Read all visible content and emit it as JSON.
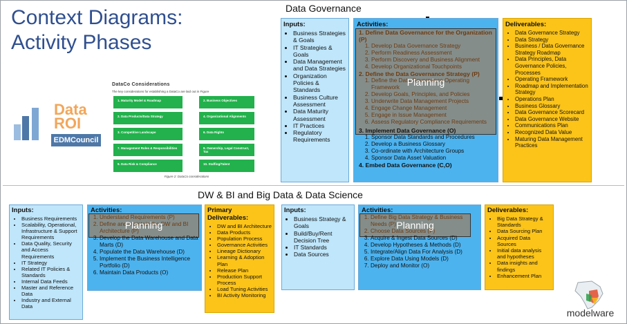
{
  "title_line1": "Context Diagrams:",
  "title_line2": "Activity Phases",
  "logos": {
    "dataroi_line1": "Data",
    "dataroi_line2": "ROI",
    "edm": "EDMCouncil",
    "modelware": "modelware"
  },
  "dataco": {
    "heading": "DataCo Considerations",
    "subtitle": "The key considerations for establishing a DataCo are laid out in Figure",
    "left_cells": [
      "1. Maturity Model & Roadmap",
      "2. Data Products/Data Strategy",
      "3. Competitive Landscape",
      "7. Management Roles & Responsibilities",
      "9. Data Risk & Compliance"
    ],
    "right_cells": [
      "2. Business Objectives",
      "4. Organizational Alignments",
      "6. Data Rights",
      "8. Ownership, Legal Construct, Tax",
      "10. Staffing/Talent"
    ],
    "caption": "Figure 2: DataCo considerations"
  },
  "governance": {
    "section_title": "Data Governance",
    "inputs_title": "Inputs:",
    "inputs": [
      "Business Strategies & Goals",
      "IT Strategies & Goals",
      "Data Management and Data Strategies",
      "Organization Policies & Standards",
      "Business Culture Assessment",
      "Data Maturity Assessment",
      "IT Practices",
      "Regulatory Requirements"
    ],
    "activities_title": "Activities:",
    "phase1": "1. Define Data Governance for the Organization (P)",
    "phase1_items": [
      "Develop Data Governance Strategy",
      "Perform Readiness Assessment",
      "Perform Discovery and Business Alignment",
      "Develop Organizational Touchpoints"
    ],
    "phase2": "2. Define the Data Governance Strategy (P)",
    "phase2_items": [
      "Define the Data Governance Operating Framework",
      "Develop Goals, Principles, and Policies",
      "Underwrite Data Management Projects",
      "Engage Change Management",
      "Engage in Issue Management",
      "Assess Regulatory Compliance Requirements"
    ],
    "phase3": "3. Implement Data Governance (O)",
    "phase3_items": [
      "Sponsor Data Standards and Procedures",
      "Develop a Business Glossary",
      "Co-ordinate with Architecture Groups",
      "Sponsor Data Asset Valuation"
    ],
    "phase4": "4. Embed Data Governance (C,O)",
    "planning_label": "Planning",
    "deliverables_title": "Deliverables:",
    "deliverables": [
      "Data Governance Strategy",
      "Data Strategy",
      "Business / Data Governance Strategy Roadmap",
      "Data Principles, Data Governance Policies, Processes",
      "Operating Framework",
      "Roadmap and Implementation Strategy",
      "Operations Plan",
      "Business Glossary",
      "Data Governance Scorecard",
      "Data Governance Website",
      "Communications Plan",
      "Recognized Data Value",
      "Maturing Data Management Practices"
    ]
  },
  "dwbi": {
    "section_title": "DW & BI and Big Data & Data Science",
    "inputs_title": "Inputs:",
    "inputs": [
      "Business Requirements",
      "Scalability, Operational, Infrastructure & Support Requirements",
      "Data Quality, Security and Access Requirements",
      "IT Strategy",
      "Related IT Policies & Standards",
      "Internal Data Feeds",
      "Master and Reference Data",
      "Industry and External Data"
    ],
    "activities_title": "Activities:",
    "activities": [
      "Understand Requirements (P)",
      "Define and Maintain the DW and BI Architecture (P)",
      "Develop the Data Warehouse and Data Marts (D)",
      "Populate the Data Warehouse (D)",
      "Implement the Business Intelligence Portfolio (D)",
      "Maintain Data Products (O)"
    ],
    "planning_label": "Planning",
    "deliverables_title": "Primary Deliverables:",
    "deliverables": [
      "DW and BI Architecture",
      "Data Products",
      "Population Process",
      "Governance Activities",
      "Lineage Dictionary",
      "Learning & Adoption Plan",
      "Release Plan",
      "Production Support Process",
      "Load Tuning Activities",
      "BI Activity Monitoring"
    ]
  },
  "bigdata": {
    "inputs_title": "Inputs:",
    "inputs": [
      "Business Strategy & Goals",
      "Build/Buy/Rent Decision Tree",
      "IT Standards",
      "Data Sources"
    ],
    "activities_title": "Activities:",
    "activities": [
      "Define Big Data Strategy & Business Needs (P)",
      "Choose Data Sources (P)",
      "Acquire & Ingest Data Sources (D)",
      "Develop Hypotheses & Methods (D)",
      "Integrate/Align Data For Analysis (D)",
      "Explore Data Using Models (D)",
      "Deploy and Monitor (O)"
    ],
    "planning_label": "Planning",
    "deliverables_title": "Deliverables:",
    "deliverables": [
      "Big Data Strategy & Standards",
      "Data Sourcing Plan",
      "Acquired Data Sources",
      "Initial data analysis and hypotheses",
      "Data insights and findings",
      "Enhancement Plan"
    ]
  },
  "colors": {
    "title_blue": "#2f4f8f",
    "inputs_blue": "#bfe6fb",
    "activities_blue": "#4cb3ef",
    "deliverables_gold": "#fcc419",
    "planning_grey": "#8f8678",
    "dataco_green": "#22b14c",
    "logo_orange": "#f2a65a",
    "logo_blue": "#4e78a8"
  }
}
